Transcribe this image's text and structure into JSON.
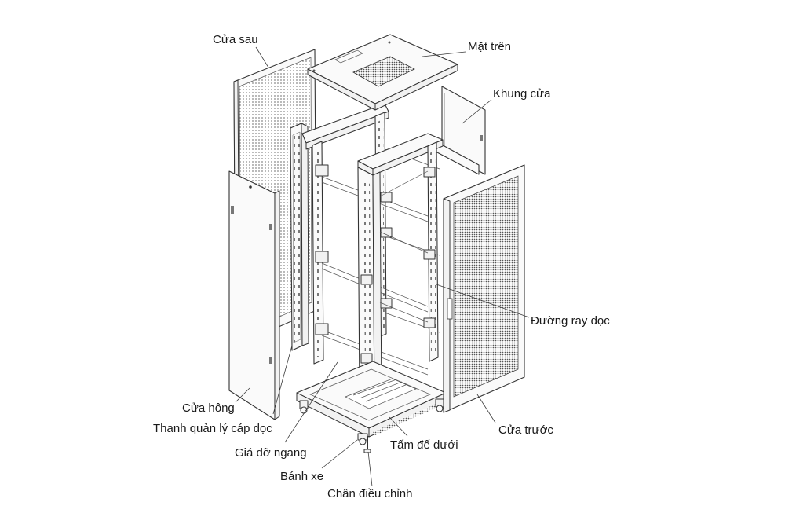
{
  "labels": {
    "rear_door": "Cửa sau",
    "top_cover": "Mặt trên",
    "door_frame": "Khung cửa",
    "vertical_rail": "Đường ray dọc",
    "side_door": "Cửa hông",
    "vertical_cable_manager": "Thanh quản lý cáp dọc",
    "horizontal_bracket": "Giá đỡ ngang",
    "bottom_plate": "Tấm đế dưới",
    "front_door": "Cửa trước",
    "caster": "Bánh xe",
    "leveling_foot": "Chân điều chỉnh"
  },
  "colors": {
    "stroke": "#333333",
    "panel": "#fafafa",
    "mesh": "#8a8a8a",
    "text": "#1a1a1a"
  }
}
